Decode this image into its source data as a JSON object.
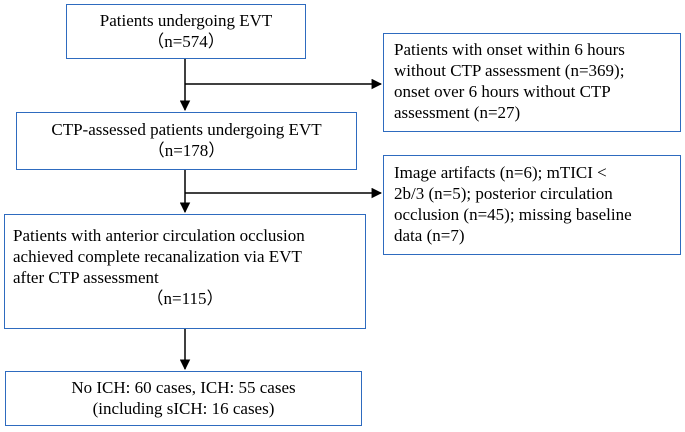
{
  "boxes": {
    "evt": {
      "lines": [
        "Patients undergoing EVT",
        "（n=574）"
      ]
    },
    "excluded1": {
      "lines": [
        "Patients with onset within 6 hours",
        "without CTP assessment (n=369);",
        "onset over 6 hours without CTP",
        "assessment (n=27)"
      ]
    },
    "ctp": {
      "lines": [
        "CTP-assessed patients undergoing EVT",
        "（n=178）"
      ]
    },
    "excluded2": {
      "lines": [
        "Image artifacts (n=6); mTICI <",
        "2b/3 (n=5); posterior circulation",
        "occlusion (n=45); missing baseline",
        "data (n=7)"
      ]
    },
    "anterior": {
      "lines": [
        "Patients with anterior circulation occlusion",
        "achieved complete recanalization via EVT",
        "after CTP assessment",
        "（n=115）"
      ]
    },
    "outcome": {
      "lines": [
        "No ICH: 60 cases, ICH: 55 cases",
        "(including sICH: 16 cases)"
      ]
    }
  }
}
